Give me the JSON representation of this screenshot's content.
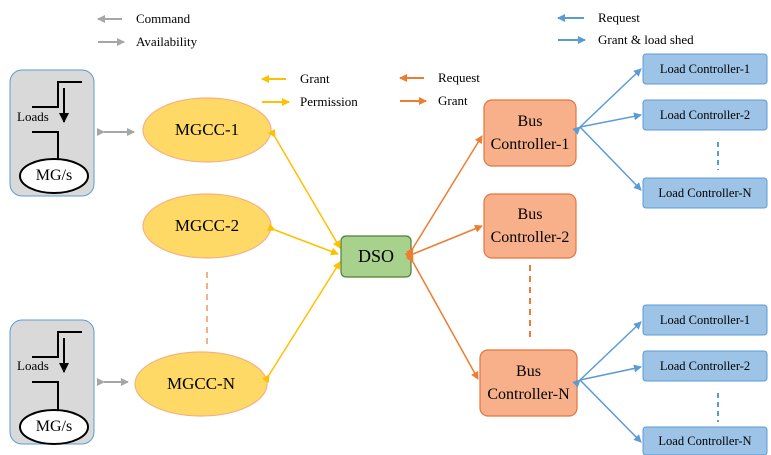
{
  "legends": {
    "availability": [
      {
        "label": "Command",
        "color": "#a6a6a6",
        "direction": "left"
      },
      {
        "label": "Availability",
        "color": "#a6a6a6",
        "direction": "right"
      }
    ],
    "mgcc": [
      {
        "label": "Grant",
        "color": "#ffc000",
        "direction": "left"
      },
      {
        "label": "Permission",
        "color": "#ffc000",
        "direction": "right"
      }
    ],
    "bus": [
      {
        "label": "Request",
        "color": "#ed7d31",
        "direction": "left"
      },
      {
        "label": "Grant",
        "color": "#ed7d31",
        "direction": "right"
      }
    ],
    "load": [
      {
        "label": "Request",
        "color": "#5b9bd5",
        "direction": "left"
      },
      {
        "label": "Grant & load shed",
        "color": "#5b9bd5",
        "direction": "right"
      }
    ]
  },
  "microgrids": [
    {
      "loads_label": "Loads",
      "mg_label": "MG/s"
    },
    {
      "loads_label": "Loads",
      "mg_label": "MG/s"
    }
  ],
  "mgccs": [
    "MGCC-1",
    "MGCC-2",
    "MGCC-N"
  ],
  "dso": "DSO",
  "bus_controllers": [
    {
      "line1": "Bus",
      "line2": "Controller-1"
    },
    {
      "line1": "Bus",
      "line2": "Controller-2"
    },
    {
      "line1": "Bus",
      "line2": "Controller-N"
    }
  ],
  "load_controllers_top": [
    "Load Controller-1",
    "Load Controller-2",
    "Load Controller-N"
  ],
  "load_controllers_bottom": [
    "Load Controller-1",
    "Load Controller-2",
    "Load Controller-N"
  ],
  "colors": {
    "mgcc_fill": "#ffd966",
    "mgcc_stroke": "#f4b183",
    "bus_fill": "#f8b08b",
    "bus_stroke": "#e2753f",
    "lc_fill": "#9dc3e6",
    "lc_stroke": "#5b9bd5",
    "dso_fill": "#a9d18e",
    "dso_stroke": "#507e32",
    "mg_panel_fill": "#d9d9d9",
    "mg_panel_stroke": "#5b9bd5"
  }
}
